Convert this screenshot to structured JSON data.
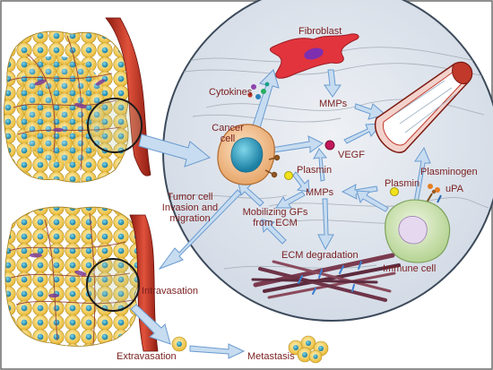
{
  "labels": {
    "fibroblast": "Fibroblast",
    "cytokines": "Cytokines",
    "mmps_top": "MMPs",
    "cancer_cell": "Cancer cell",
    "vegf": "VEGF",
    "plasmin_left": "Plasmin",
    "plasmin_right": "Plasmin",
    "plasminogen": "Plasminogen",
    "upa": "uPA",
    "mmps_center": "MMPs",
    "mobilizing_gfs": "Mobilizing GFs from ECM",
    "ecm_degradation": "ECM degradation",
    "immune_cell": "Immune cell",
    "tumor_invasion": "Tumor cell Invasion and migration",
    "intravasation": "Intravasation",
    "extravasation": "Extravasation",
    "metastasis": "Metastasis"
  },
  "colors": {
    "label_text": "#7a1f1f",
    "arrow_fill": "#c7dcf0",
    "arrow_stroke": "#6a9bd0",
    "circle_fill": "#dfe5ee",
    "tumor_cell": "#f4cf5c",
    "nucleus": "#2fa3c4",
    "vessel": "#c0392b",
    "fibroblast": "#e2343d",
    "immune_cell": "#cfe3b5",
    "cancer_cell": "#f2c79b"
  }
}
